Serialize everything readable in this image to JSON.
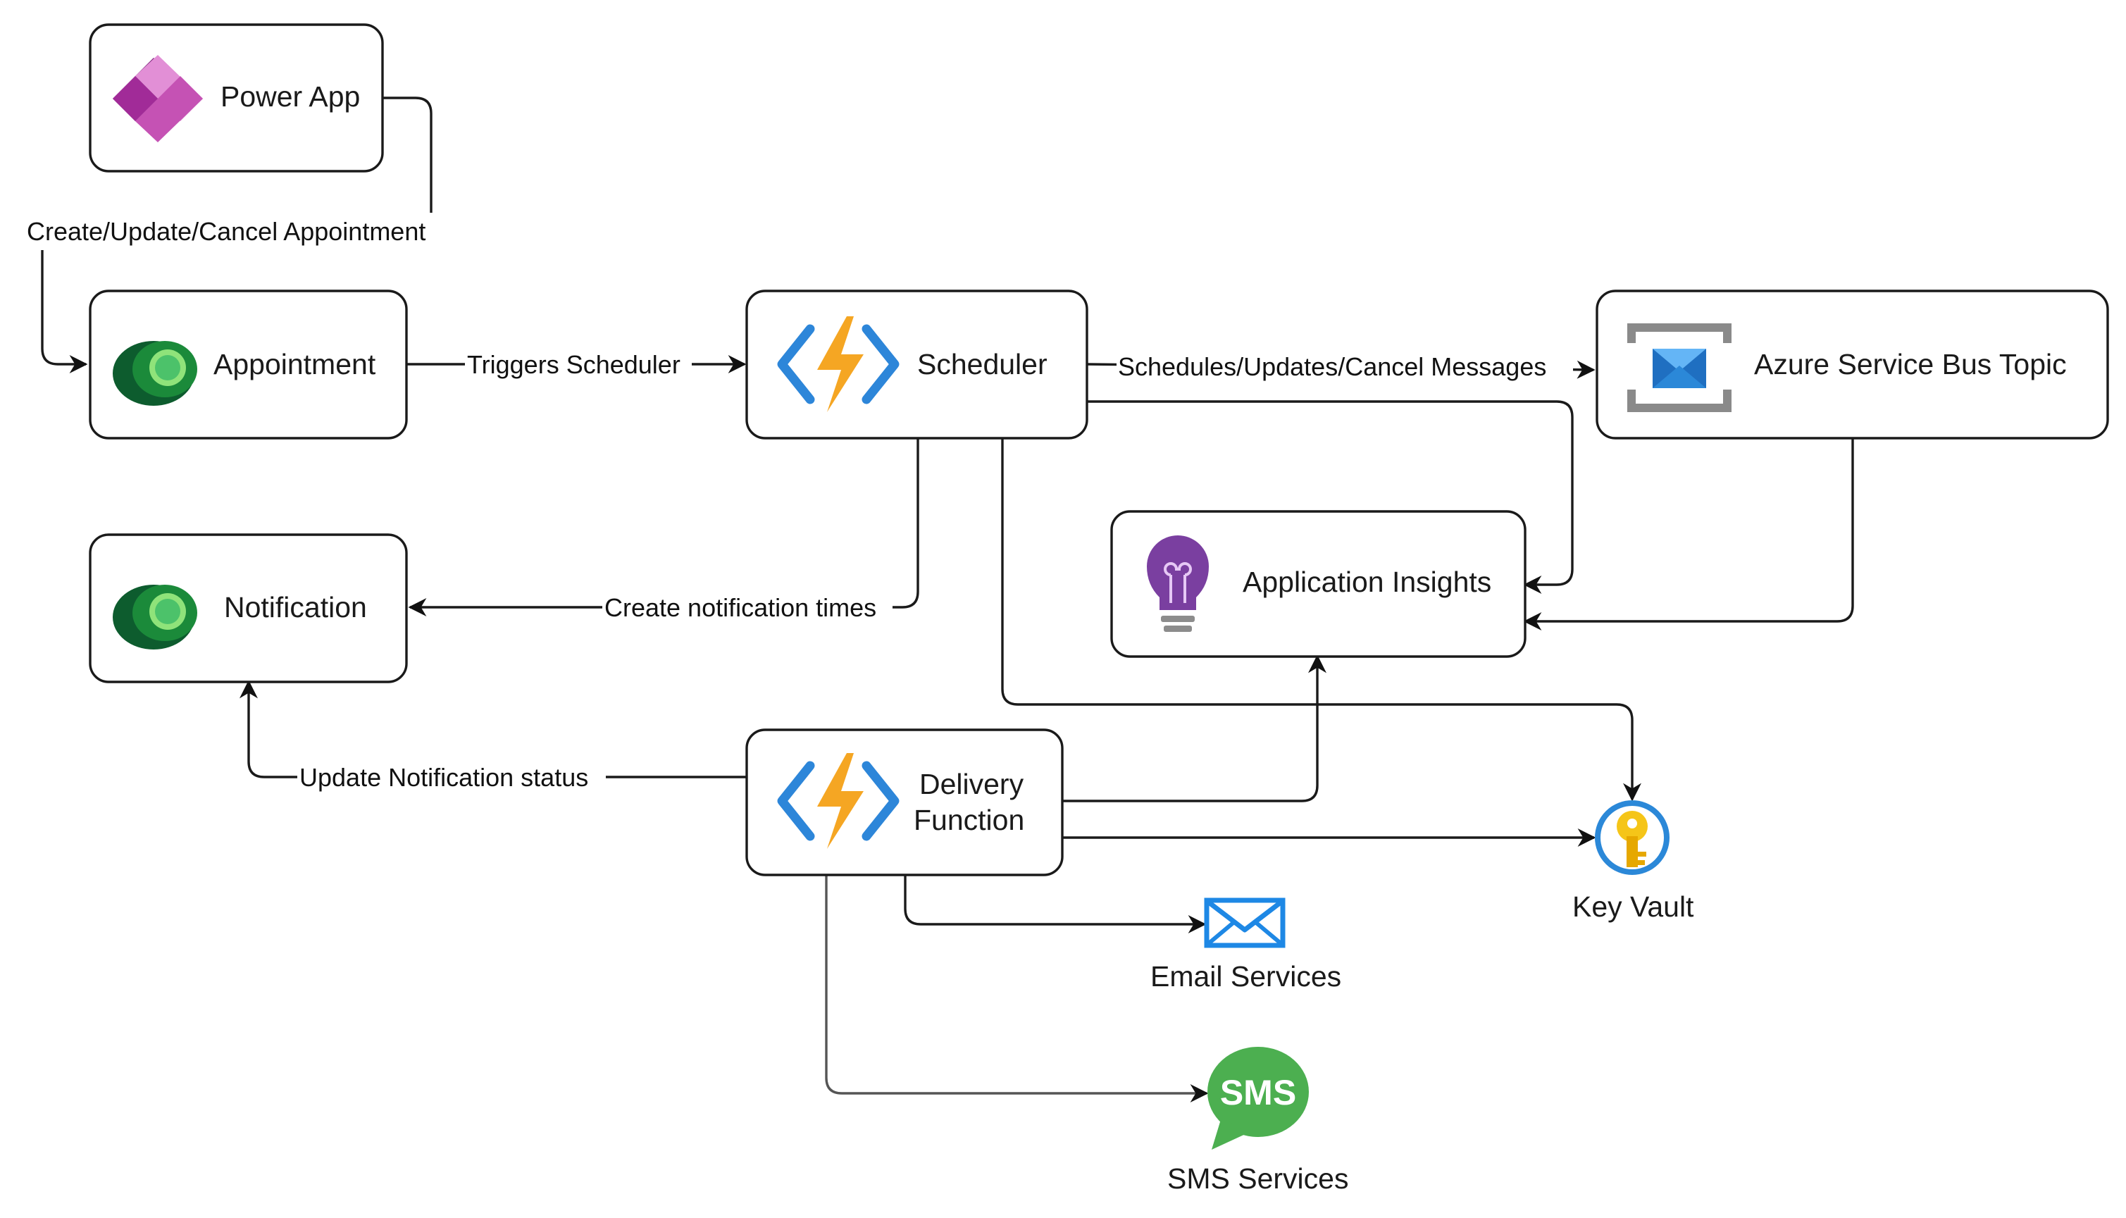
{
  "nodes": {
    "power_app": "Power App",
    "appointment": "Appointment",
    "scheduler": "Scheduler",
    "service_bus": "Azure Service Bus Topic",
    "notification": "Notification",
    "app_insights": "Application Insights",
    "delivery_line1": "Delivery",
    "delivery_line2": "Function",
    "key_vault": "Key Vault",
    "email": "Email Services",
    "sms": "SMS Services",
    "sms_badge": "SMS"
  },
  "edges": {
    "create_update_cancel": "Create/Update/Cancel Appointment",
    "triggers_scheduler": "Triggers Scheduler",
    "schedules_messages": "Schedules/Updates/Cancel Messages",
    "create_notification_times": "Create notification times",
    "update_notification_status": "Update Notification status"
  },
  "colors": {
    "power_app": "#9c27b0",
    "dataverse": "#1b8a3a",
    "function_bolt": "#f5a623",
    "function_brackets": "#2d86d9",
    "service_bus": "#2b88d8",
    "insights": "#7a3fa0",
    "key_vault": "#f5c518",
    "email": "#1e88e5",
    "sms": "#4caf50"
  },
  "icons": {
    "power_app": "power-apps-icon",
    "appointment": "dataverse-icon",
    "scheduler": "azure-function-icon",
    "service_bus": "service-bus-icon",
    "notification": "dataverse-icon",
    "app_insights": "lightbulb-icon",
    "delivery": "azure-function-icon",
    "key_vault": "key-vault-icon",
    "email": "envelope-icon",
    "sms": "sms-bubble-icon"
  }
}
